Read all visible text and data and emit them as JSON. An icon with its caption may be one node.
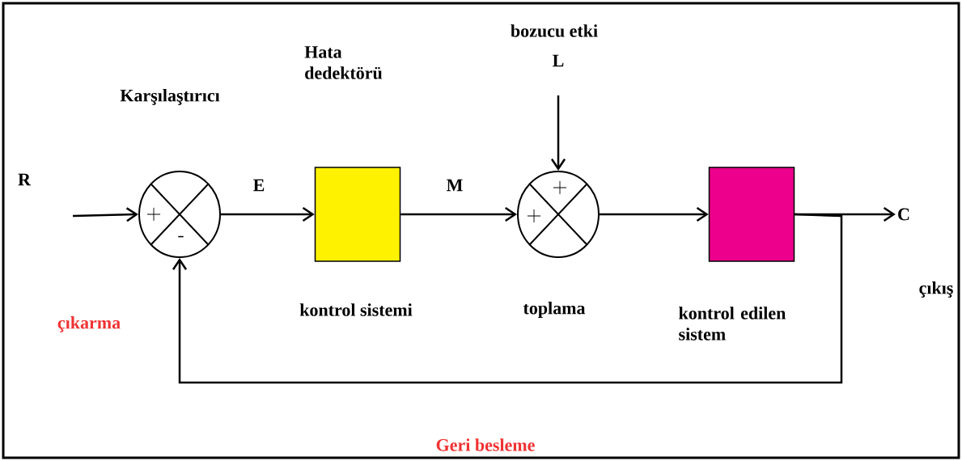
{
  "diagram": {
    "nodes": [
      {
        "text": [
          "+",
          "-"
        ]
      },
      {
        "text": [],
        "shape": "box",
        "beside": [
          "kontrol sistemi"
        ]
      },
      {
        "text": [
          "+",
          "+"
        ],
        "beside": [
          "toplama"
        ]
      },
      {
        "text": [],
        "shape": "box",
        "beside": [
          "kontrol edilen sistem"
        ]
      },
      {
        "text": [
          "C"
        ]
      }
    ],
    "edges": [
      {
        "from": null,
        "to": 0,
        "arrow": "to"
      },
      {
        "from": 0,
        "to": 1,
        "arrow": "to",
        "label": "E"
      },
      {
        "from": 1,
        "to": 2,
        "arrow": "to",
        "label": "M"
      },
      {
        "from": null,
        "to": 2,
        "arrow": "to"
      },
      {
        "from": 2,
        "to": 3,
        "arrow": "to"
      },
      {
        "from": 3,
        "to": 4,
        "arrow": "to"
      },
      {
        "from": 3,
        "to": 0,
        "arrow": "to"
      }
    ],
    "labels": [
      "bozucu etki",
      "L",
      "Hata dedektörü",
      "Karşılaştırıcı",
      "R",
      "çıkış",
      "çıkarma",
      "Geri besleme"
    ]
  }
}
